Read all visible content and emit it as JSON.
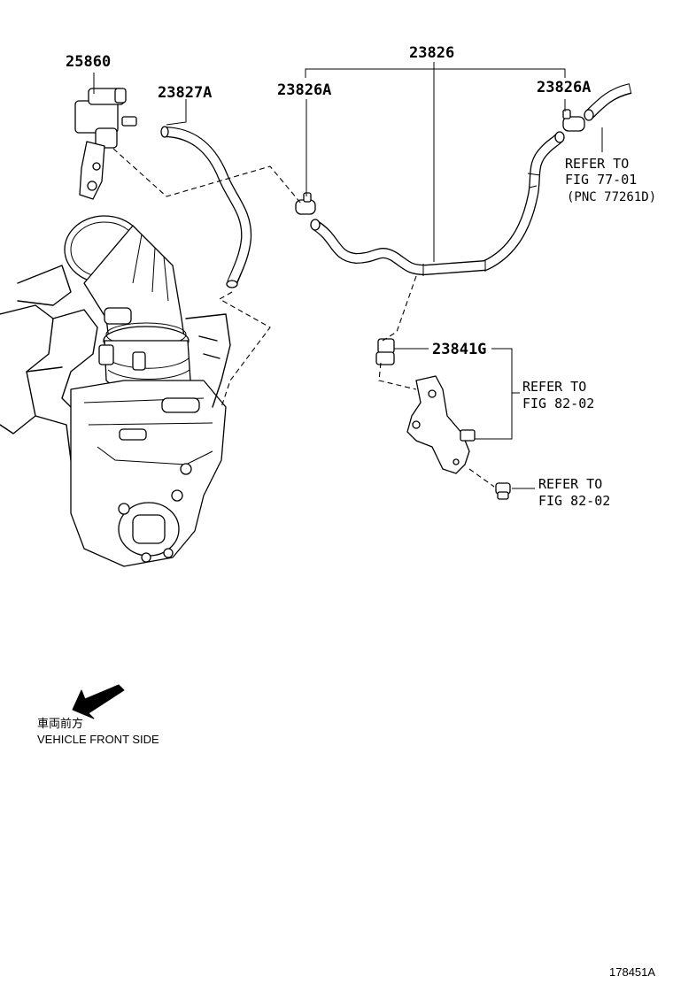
{
  "labels": {
    "part_25860": "25860",
    "part_23827A": "23827A",
    "part_23826": "23826",
    "part_23826A_left": "23826A",
    "part_23826A_right": "23826A",
    "part_23841G": "23841G",
    "refer_1_line1": "REFER TO",
    "refer_1_line2": "FIG 77-01",
    "refer_1_line3": "(PNC 77261D)",
    "refer_2_line1": "REFER TO",
    "refer_2_line2": "FIG 82-02",
    "refer_3_line1": "REFER TO",
    "refer_3_line2": "FIG 82-02",
    "front_jp": "車両前方",
    "front_en": "VEHICLE FRONT SIDE",
    "figure_id": "178451A"
  }
}
